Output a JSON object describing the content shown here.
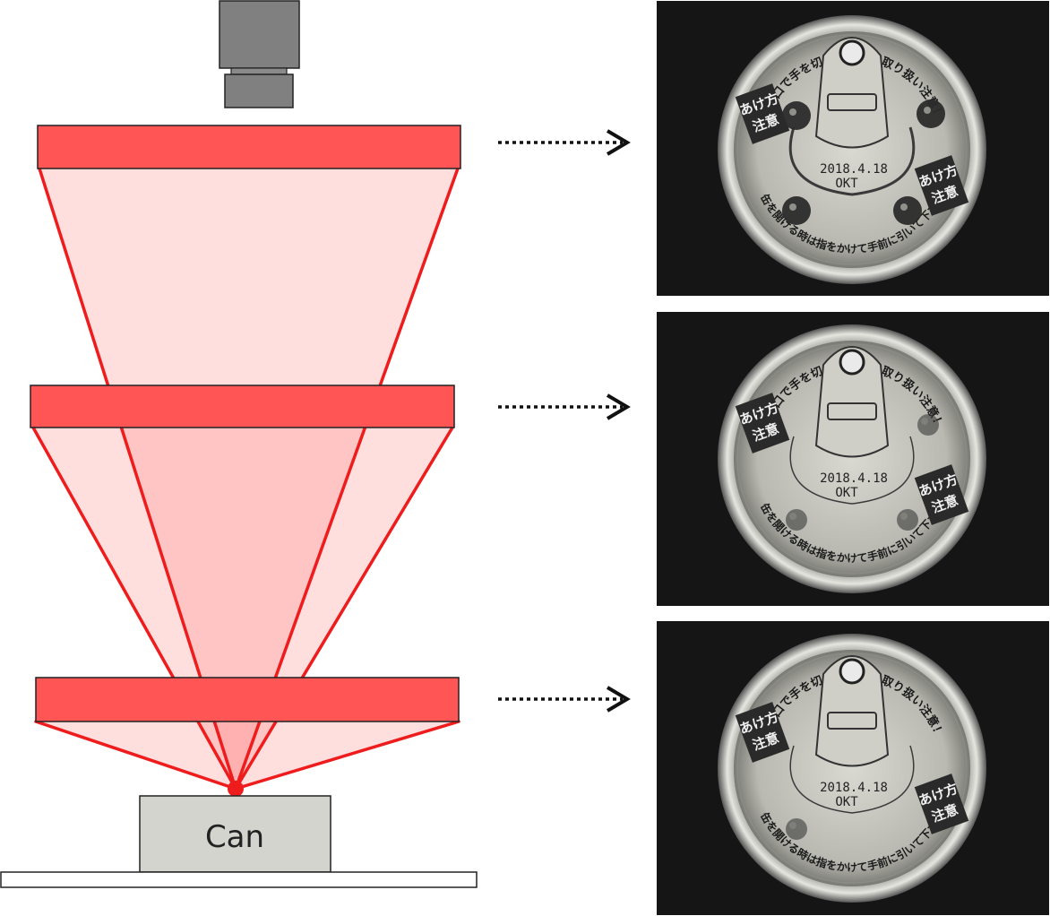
{
  "labels": {
    "can": "Can"
  },
  "icons": {
    "camera": "camera-icon",
    "arrow": "dotted-arrow-icon"
  },
  "colors": {
    "light_bar_fill": "#ff5555",
    "light_bar_stroke": "#222222",
    "beam_fill": "#ff6b6b",
    "beam_edge": "#ee1c1c",
    "can_fill": "#d4d4cf",
    "camera_fill": "#808080",
    "photo_background": "#151515"
  },
  "photos": [
    {
      "print_date": "2018.4.18",
      "print_code": "OKT",
      "caution_label_left": "あけ方\n注意",
      "caution_label_right": "あけ方\n注意",
      "arc_text_top": "切り口で手を切らないよう取り扱い注意！",
      "arc_text_bottom": "缶を開ける時は指をかけて手前に引いて下さい"
    },
    {
      "print_date": "2018.4.18",
      "print_code": "OKT",
      "caution_label_left": "あけ方\n注意",
      "caution_label_right": "あけ方\n注意",
      "arc_text_top": "切り口で手を切らないよう取り扱い注意！",
      "arc_text_bottom": "缶を開ける時は指をかけて手前に引いて下さい"
    },
    {
      "print_date": "2018.4.18",
      "print_code": "OKT",
      "caution_label_left": "あけ方\n注意",
      "caution_label_right": "あけ方\n注意",
      "arc_text_top": "切り口で手を切らないよう取り扱い注意！",
      "arc_text_bottom": "缶を開ける時は指をかけて手前に引いて下さい"
    }
  ]
}
